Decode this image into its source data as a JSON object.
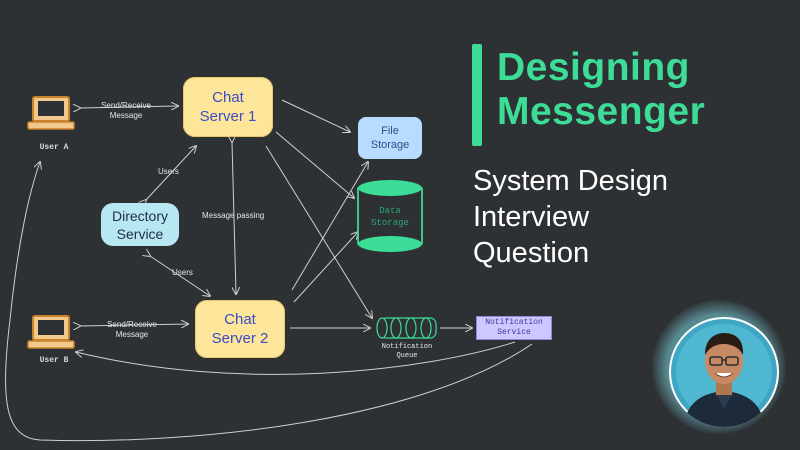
{
  "title": {
    "line1": "Designing",
    "line2": "Messenger"
  },
  "subtitle": {
    "line1": "System Design",
    "line2": "Interview",
    "line3": "Question"
  },
  "nodes": {
    "user_a": "User A",
    "user_b": "User B",
    "chat_server_1": {
      "line1": "Chat",
      "line2": "Server 1"
    },
    "chat_server_2": {
      "line1": "Chat",
      "line2": "Server 2"
    },
    "directory_service": {
      "line1": "Directory",
      "line2": "Service"
    },
    "file_storage": {
      "line1": "File",
      "line2": "Storage"
    },
    "data_storage": {
      "line1": "Data",
      "line2": "Storage"
    },
    "notification_queue": {
      "line1": "Notification",
      "line2": "Queue"
    },
    "notification_service": {
      "line1": "Notification",
      "line2": "Service"
    }
  },
  "edge_labels": {
    "send_receive_a": {
      "line1": "Send/Receive",
      "line2": "Message"
    },
    "send_receive_b": {
      "line1": "Send/Receive",
      "line2": "Message"
    },
    "users_top": "Users",
    "users_bottom": "Users",
    "message_passing": "Message passing"
  },
  "colors": {
    "background": "#2e3134",
    "accent": "#3ddc97",
    "server_fill": "#fde59a",
    "directory_fill": "#b7e8f2",
    "file_storage_fill": "#b8dcff",
    "data_storage_fill": "#3ddc97",
    "notification_fill": "#cdc8ff"
  },
  "icons": {
    "user_a": "computer-icon",
    "user_b": "computer-icon",
    "presenter": "presenter-photo"
  }
}
